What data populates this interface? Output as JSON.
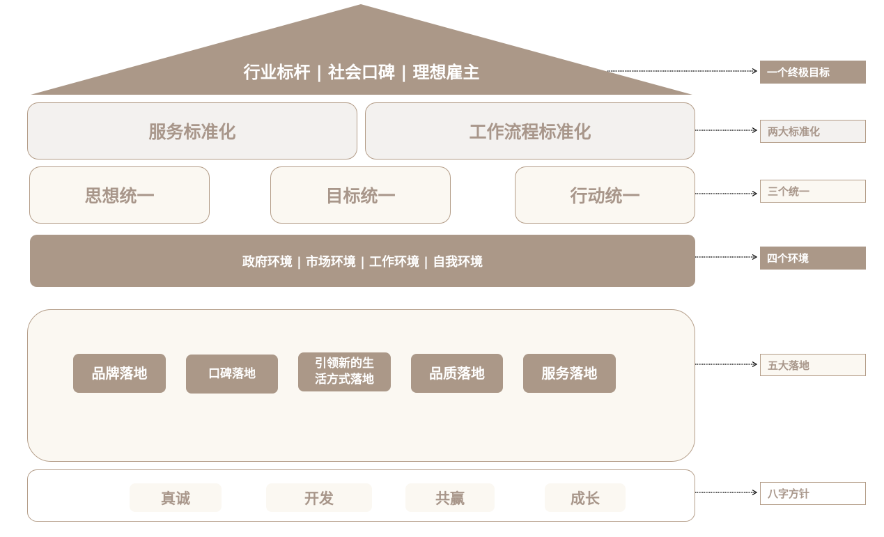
{
  "colors": {
    "brown": "#ab9888",
    "border": "#b39c87",
    "text_muted": "#a8968a",
    "light_gray": "#f3f1ef",
    "cream": "#fbf8f2",
    "white": "#ffffff",
    "arrow": "#000000"
  },
  "roof": {
    "title": "行业标杆 | 社会口碑 | 理想雇主"
  },
  "standardization": {
    "items": [
      "服务标准化",
      "工作流程标准化"
    ]
  },
  "unification": {
    "items": [
      "思想统一",
      "目标统一",
      "行动统一"
    ]
  },
  "environment": {
    "text": "政府环境 | 市场环境 | 工作环境 | 自我环境"
  },
  "landing": {
    "items": [
      "品牌落地",
      "口碑落地",
      "引领新的生活方式落地",
      "品质落地",
      "服务落地"
    ],
    "item3_line1": "引领新的生",
    "item3_line2": "活方式落地"
  },
  "principles": {
    "items": [
      "真诚",
      "开发",
      "共赢",
      "成长"
    ]
  },
  "side_labels": {
    "items": [
      "一个终极目标",
      "两大标准化",
      "三个统一",
      "四个环境",
      "五大落地",
      "八字方针"
    ]
  }
}
